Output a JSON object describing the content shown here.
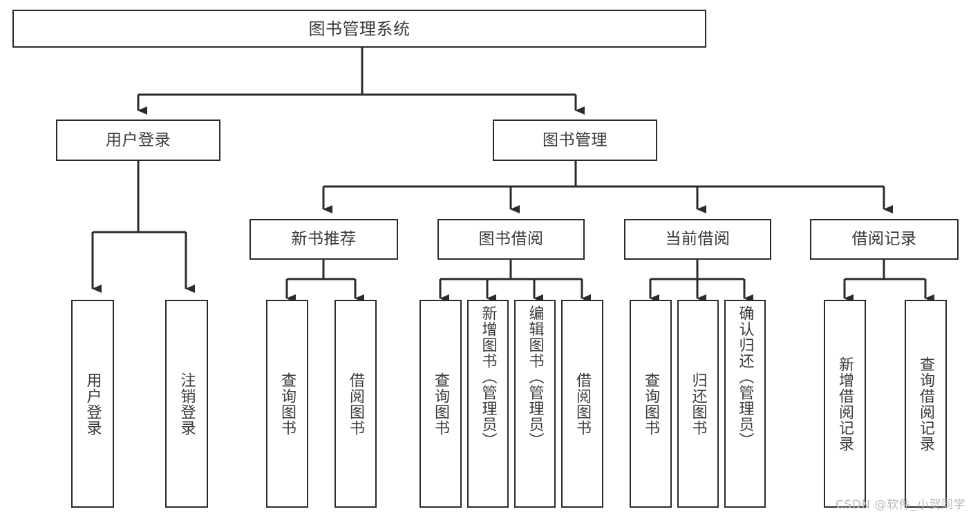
{
  "diagram": {
    "type": "tree-hierarchy-chart",
    "title": "图书管理系统",
    "colors": {
      "box_border": "#2b2b2b",
      "box_fill": "#ffffff",
      "text": "#3a3a3a",
      "edge": "#2b2b2b",
      "watermark": "#b9b9b9",
      "background": "#ffffff"
    },
    "root": {
      "id": "root",
      "label": "图书管理系统"
    },
    "level2": [
      {
        "id": "user-login",
        "label": "用户登录"
      },
      {
        "id": "book-manage",
        "label": "图书管理"
      }
    ],
    "level3": [
      {
        "id": "new-book-recommend",
        "label": "新书推荐",
        "parent": "book-manage"
      },
      {
        "id": "book-borrow",
        "label": "图书借阅",
        "parent": "book-manage"
      },
      {
        "id": "current-borrow",
        "label": "当前借阅",
        "parent": "book-manage"
      },
      {
        "id": "borrow-record",
        "label": "借阅记录",
        "parent": "book-manage"
      }
    ],
    "leaves": [
      {
        "id": "leaf-user-login",
        "label": "用户登录",
        "parent": "user-login"
      },
      {
        "id": "leaf-logout-login",
        "label": "注销登录",
        "parent": "user-login"
      },
      {
        "id": "leaf-query-book-1",
        "label": "查询图书",
        "parent": "new-book-recommend"
      },
      {
        "id": "leaf-borrow-book-1",
        "label": "借阅图书",
        "parent": "new-book-recommend"
      },
      {
        "id": "leaf-query-book-2",
        "label": "查询图书",
        "parent": "book-borrow"
      },
      {
        "id": "leaf-add-book",
        "label": "新增图书（管理员）",
        "parent": "book-borrow"
      },
      {
        "id": "leaf-edit-book",
        "label": "编辑图书（管理员）",
        "parent": "book-borrow"
      },
      {
        "id": "leaf-borrow-book-2",
        "label": "借阅图书",
        "parent": "book-borrow"
      },
      {
        "id": "leaf-query-book-3",
        "label": "查询图书",
        "parent": "current-borrow"
      },
      {
        "id": "leaf-return-book",
        "label": "归还图书",
        "parent": "current-borrow"
      },
      {
        "id": "leaf-confirm-return",
        "label": "确认归还（管理员）",
        "parent": "current-borrow"
      },
      {
        "id": "leaf-add-record",
        "label": "新增借阅记录",
        "parent": "borrow-record"
      },
      {
        "id": "leaf-query-record",
        "label": "查询借阅记录",
        "parent": "borrow-record"
      }
    ],
    "watermark": "CSDN @软件_小贺同学"
  }
}
